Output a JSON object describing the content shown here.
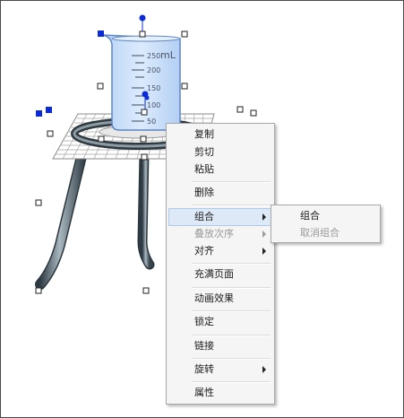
{
  "scene": {
    "beaker": {
      "unit": "mL",
      "scale_labels": [
        "250",
        "200",
        "150",
        "100",
        "50"
      ]
    },
    "colors": {
      "beaker_fill": "#cfe3fb",
      "beaker_stroke": "#5e86c4",
      "control_point": "#0a2bd6",
      "stand_metal": "#5f6f7a"
    }
  },
  "context_menu": {
    "items": {
      "copy": "复制",
      "cut": "剪切",
      "paste": "粘贴",
      "delete": "删除",
      "group": "组合",
      "order": "叠放次序",
      "align": "对齐",
      "fill_page": "充满页面",
      "animation": "动画效果",
      "lock": "锁定",
      "link": "链接",
      "rotate": "旋转",
      "properties": "属性"
    },
    "highlighted": "组合",
    "disabled": [
      "叠放次序"
    ]
  },
  "submenu": {
    "items": {
      "group": "组合",
      "ungroup": "取消组合"
    },
    "disabled": [
      "取消组合"
    ]
  }
}
